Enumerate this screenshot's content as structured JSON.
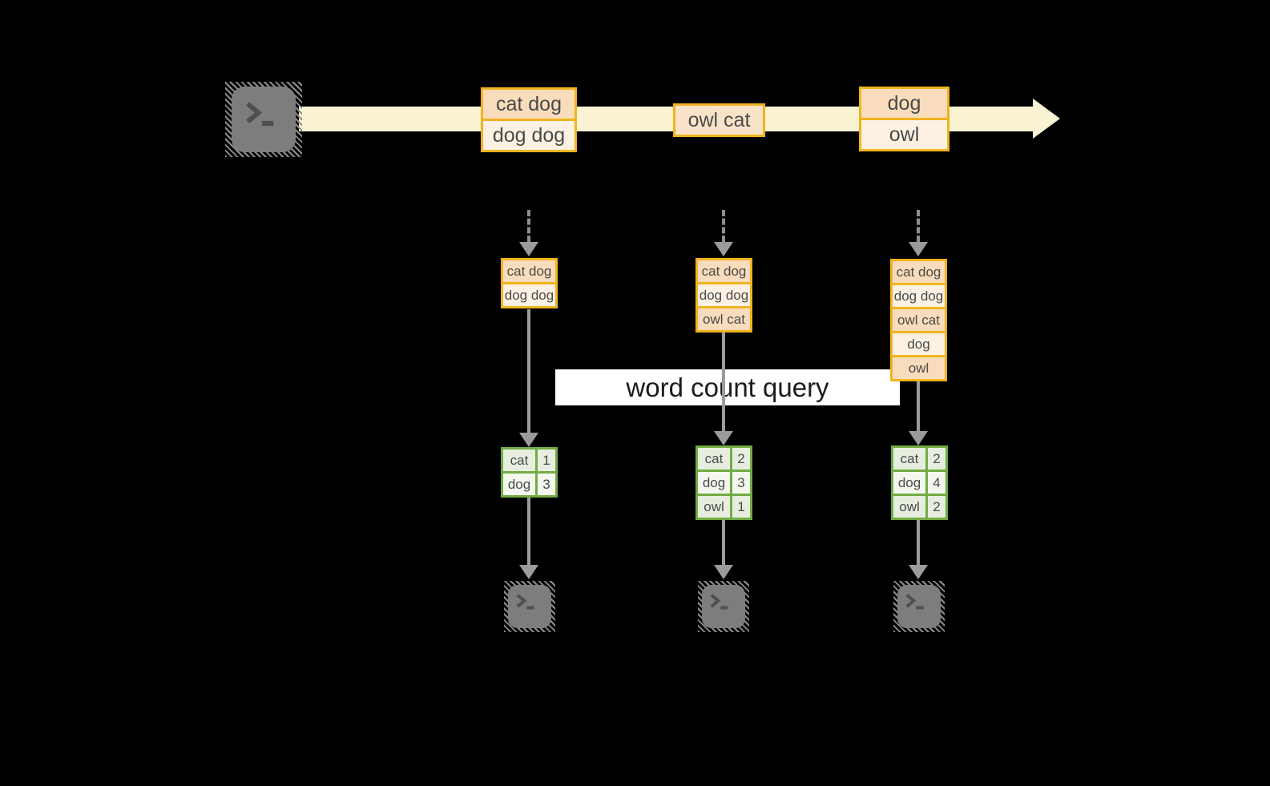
{
  "label": {
    "text": "word count query"
  },
  "stream": {
    "messages": [
      {
        "lines": [
          "cat dog",
          "dog dog"
        ]
      },
      {
        "lines": [
          "owl cat"
        ]
      },
      {
        "lines": [
          "dog",
          "owl"
        ]
      }
    ]
  },
  "columns": [
    {
      "buffer": [
        "cat dog",
        "dog dog"
      ],
      "counts": [
        {
          "word": "cat",
          "count": "1"
        },
        {
          "word": "dog",
          "count": "3"
        }
      ]
    },
    {
      "buffer": [
        "cat dog",
        "dog dog",
        "owl cat"
      ],
      "counts": [
        {
          "word": "cat",
          "count": "2"
        },
        {
          "word": "dog",
          "count": "3"
        },
        {
          "word": "owl",
          "count": "1"
        }
      ]
    },
    {
      "buffer": [
        "cat dog",
        "dog dog",
        "owl cat",
        "dog",
        "owl"
      ],
      "counts": [
        {
          "word": "cat",
          "count": "2"
        },
        {
          "word": "dog",
          "count": "4"
        },
        {
          "word": "owl",
          "count": "2"
        }
      ]
    }
  ],
  "icons": {
    "source": "terminal-prompt",
    "sinks": [
      "terminal-prompt",
      "terminal-prompt",
      "terminal-prompt"
    ]
  },
  "colors": {
    "background": "#000000",
    "stream_band": "#FAF3D3",
    "box_border_gold": "#F0B41F",
    "box_fill_peach": "#F9DCBB",
    "box_fill_cream": "#FCF1E2",
    "table_border_green": "#72AC44",
    "table_fill_sage": "#E7EEDF",
    "table_fill_sage_light": "#F3F7EE",
    "connector_gray": "#9B9B9B",
    "terminal_gray": "#7D7D7D",
    "label_bg": "#FFFFFF"
  }
}
